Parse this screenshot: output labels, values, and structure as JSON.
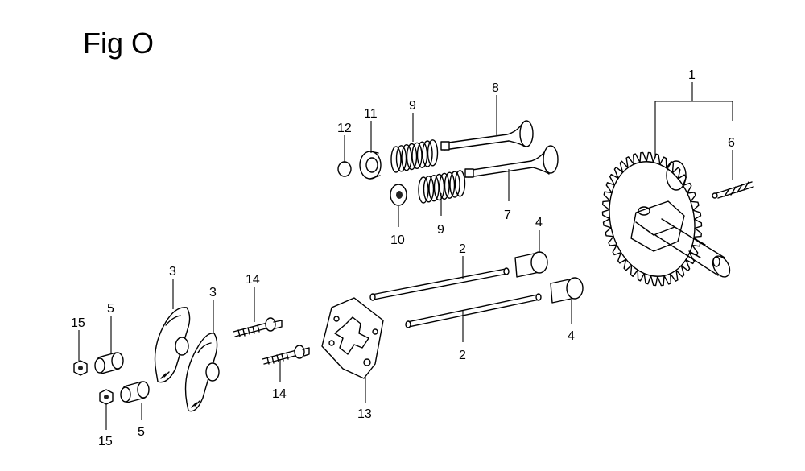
{
  "figure": {
    "title": "Fig O"
  },
  "callouts": {
    "p1": "1",
    "p2a": "2",
    "p2b": "2",
    "p3a": "3",
    "p3b": "3",
    "p4a": "4",
    "p4b": "4",
    "p5a": "5",
    "p5b": "5",
    "p6": "6",
    "p7": "7",
    "p8": "8",
    "p9a": "9",
    "p9b": "9",
    "p10": "10",
    "p11": "11",
    "p12": "12",
    "p13": "13",
    "p14a": "14",
    "p14b": "14",
    "p15a": "15",
    "p15b": "15"
  }
}
